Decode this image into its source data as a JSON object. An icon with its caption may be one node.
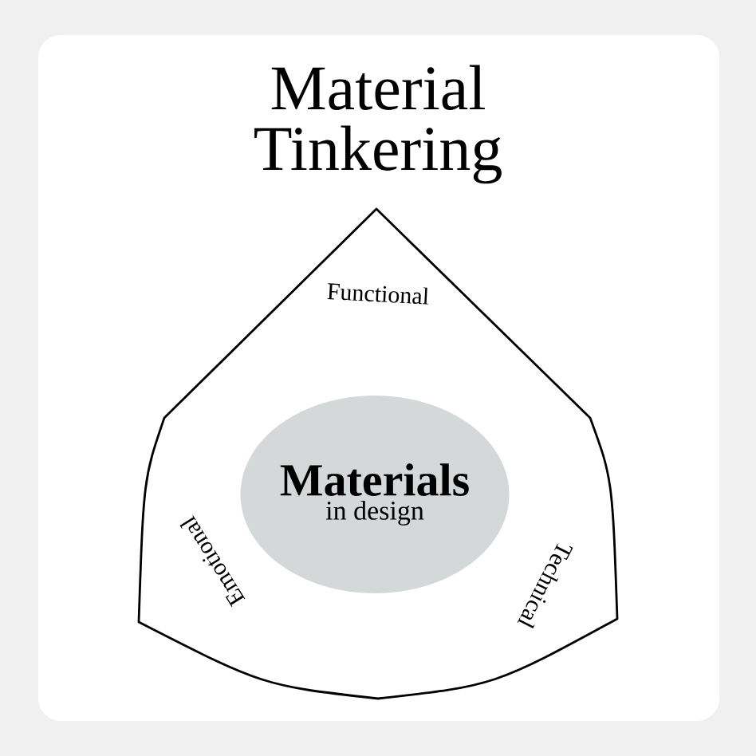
{
  "diagram": {
    "title": "Material Tinkering",
    "nodes": [
      {
        "text": [
          "Functional",
          "Emotional",
          "Technical"
        ]
      },
      {
        "text": [
          "Materials",
          "in design"
        ],
        "in": 0
      }
    ]
  }
}
